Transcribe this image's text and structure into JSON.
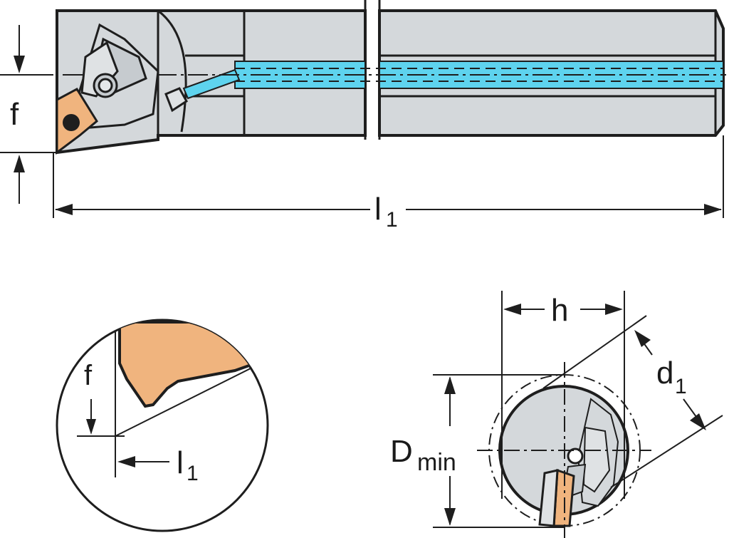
{
  "labels": {
    "f_side": "f",
    "l1_main": "l",
    "l1_main_sub": "1",
    "f_detail": "f",
    "l1_detail": "l",
    "l1_detail_sub": "1",
    "h": "h",
    "d1": "d",
    "d1_sub": "1",
    "dmin": "D",
    "dmin_sub": "min"
  },
  "colors": {
    "body_fill": "#d4d8db",
    "outline": "#1e1e1e",
    "coolant": "#5ed3ee",
    "insert": "#f0b47e"
  }
}
